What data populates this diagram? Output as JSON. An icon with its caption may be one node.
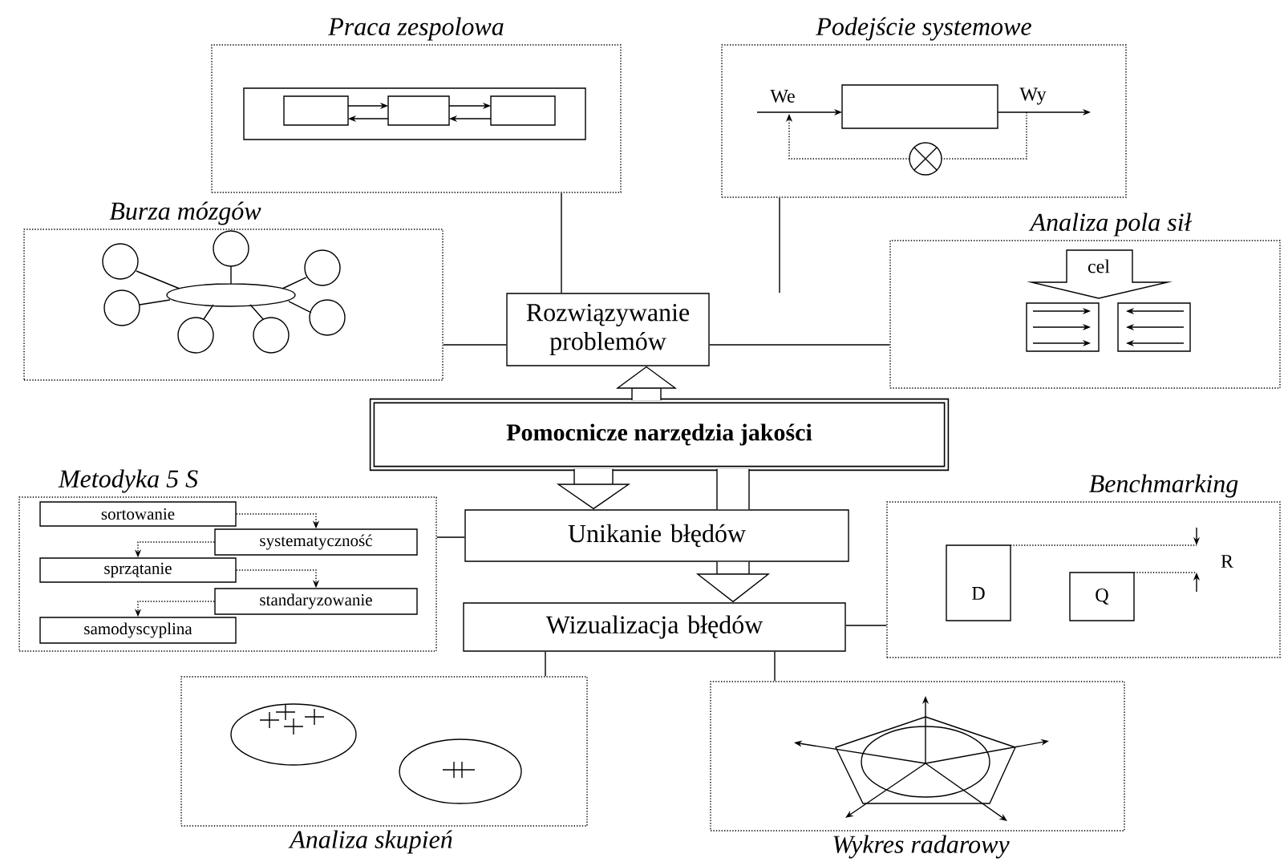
{
  "diagram": {
    "nodes": [
      {
        "text": [
          "Praca zespolowa"
        ]
      },
      {
        "text": [
          "Podejście systemowe"
        ]
      },
      {
        "text": [
          "Burza mózgów"
        ]
      },
      {
        "text": [
          "Rozwiązywanie problemów"
        ]
      },
      {
        "text": [
          "Analiza pola sił"
        ]
      },
      {
        "text": [
          "Pomocnicze narzędzia jakości"
        ]
      },
      {
        "text": [
          "Metodyka 5 S"
        ]
      },
      {
        "text": [
          "sortowanie"
        ],
        "in": 6
      },
      {
        "text": [
          "systematyczność"
        ],
        "in": 6
      },
      {
        "text": [
          "sprzątanie"
        ],
        "in": 6
      },
      {
        "text": [
          "standaryzowanie"
        ],
        "in": 6
      },
      {
        "text": [
          "samodyscyplina"
        ],
        "in": 6
      },
      {
        "text": [
          "Unikanie błędów"
        ]
      },
      {
        "text": [
          "Wizualizacja błędów"
        ]
      },
      {
        "text": [
          "Benchmarking"
        ]
      },
      {
        "text": [
          "Analiza skupień"
        ]
      },
      {
        "text": [
          "Wykres radarowy"
        ]
      }
    ],
    "edges": [
      {
        "from": 0,
        "to": 3,
        "arrow": "none"
      },
      {
        "from": 1,
        "to": 3,
        "arrow": "none"
      },
      {
        "from": 2,
        "to": 3,
        "arrow": "none"
      },
      {
        "from": 4,
        "to": 3,
        "arrow": "none"
      },
      {
        "from": 5,
        "to": 3,
        "arrow": "to",
        "style": "thick"
      },
      {
        "from": 5,
        "to": 12,
        "arrow": "to",
        "style": "thick"
      },
      {
        "from": 5,
        "to": 12,
        "arrow": "none",
        "style": "thick"
      },
      {
        "from": 12,
        "to": 13,
        "arrow": "to",
        "style": "thick"
      },
      {
        "from": 6,
        "to": 12,
        "arrow": "none"
      },
      {
        "from": 7,
        "to": 8,
        "arrow": "to",
        "style": "dashed"
      },
      {
        "from": 8,
        "to": 9,
        "arrow": "to",
        "style": "dashed"
      },
      {
        "from": 9,
        "to": 10,
        "arrow": "to",
        "style": "dashed"
      },
      {
        "from": 10,
        "to": 11,
        "arrow": "to",
        "style": "dashed"
      },
      {
        "from": 14,
        "to": 13,
        "arrow": "none"
      },
      {
        "from": 13,
        "to": 15,
        "arrow": "none"
      },
      {
        "from": 13,
        "to": 16,
        "arrow": "none"
      }
    ],
    "labels": [
      "We",
      "Wy",
      "cel",
      "D",
      "Q",
      "R"
    ]
  }
}
